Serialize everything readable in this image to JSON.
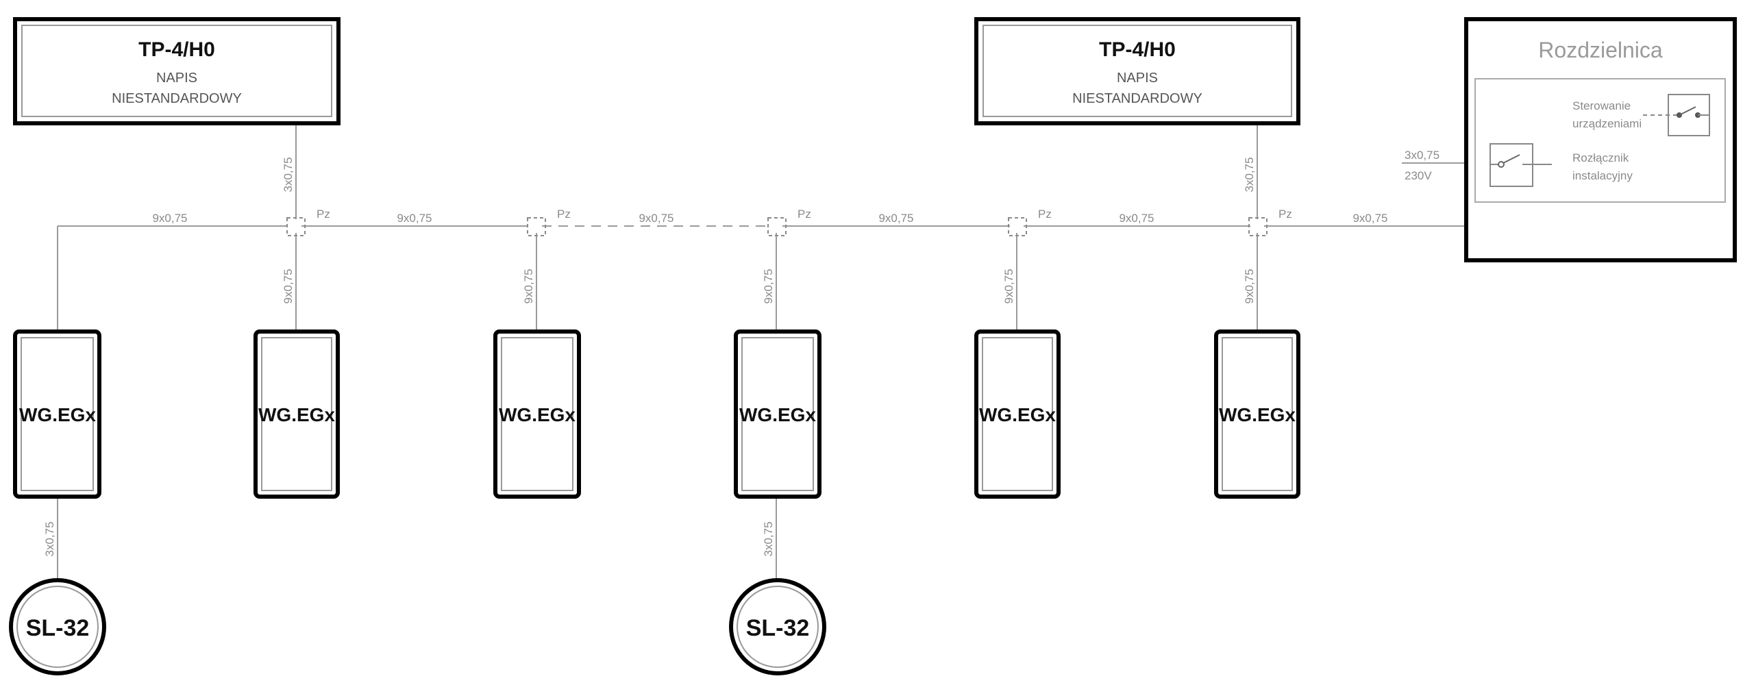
{
  "panels": [
    {
      "title": "TP-4/H0",
      "line1": "NAPIS",
      "line2": "NIESTANDARDOWY"
    },
    {
      "title": "TP-4/H0",
      "line1": "NAPIS",
      "line2": "NIESTANDARDOWY"
    }
  ],
  "switchboard": {
    "title": "Rozdzielnica",
    "control_line1": "Sterowanie",
    "control_line2": "urządzeniami",
    "disconnector_line1": "Rozłącznik",
    "disconnector_line2": "instalacyjny",
    "supply_cable": "3x0,75",
    "supply_voltage": "230V"
  },
  "modules": [
    "WG.EGx",
    "WG.EGx",
    "WG.EGx",
    "WG.EGx",
    "WG.EGx",
    "WG.EGx"
  ],
  "junction_label": "Pz",
  "bus_cable_labels": [
    "9x0,75",
    "9x0,75",
    "9x0,75",
    "9x0,75",
    "9x0,75",
    "9x0,75"
  ],
  "drop_cable_labels": [
    "9x0,75",
    "9x0,75",
    "9x0,75",
    "9x0,75",
    "9x0,75"
  ],
  "panel_cable_labels": [
    "3x0,75",
    "3x0,75"
  ],
  "sensor_cable_labels": [
    "3x0,75",
    "3x0,75"
  ],
  "sensors": [
    "SL-32",
    "SL-32"
  ]
}
